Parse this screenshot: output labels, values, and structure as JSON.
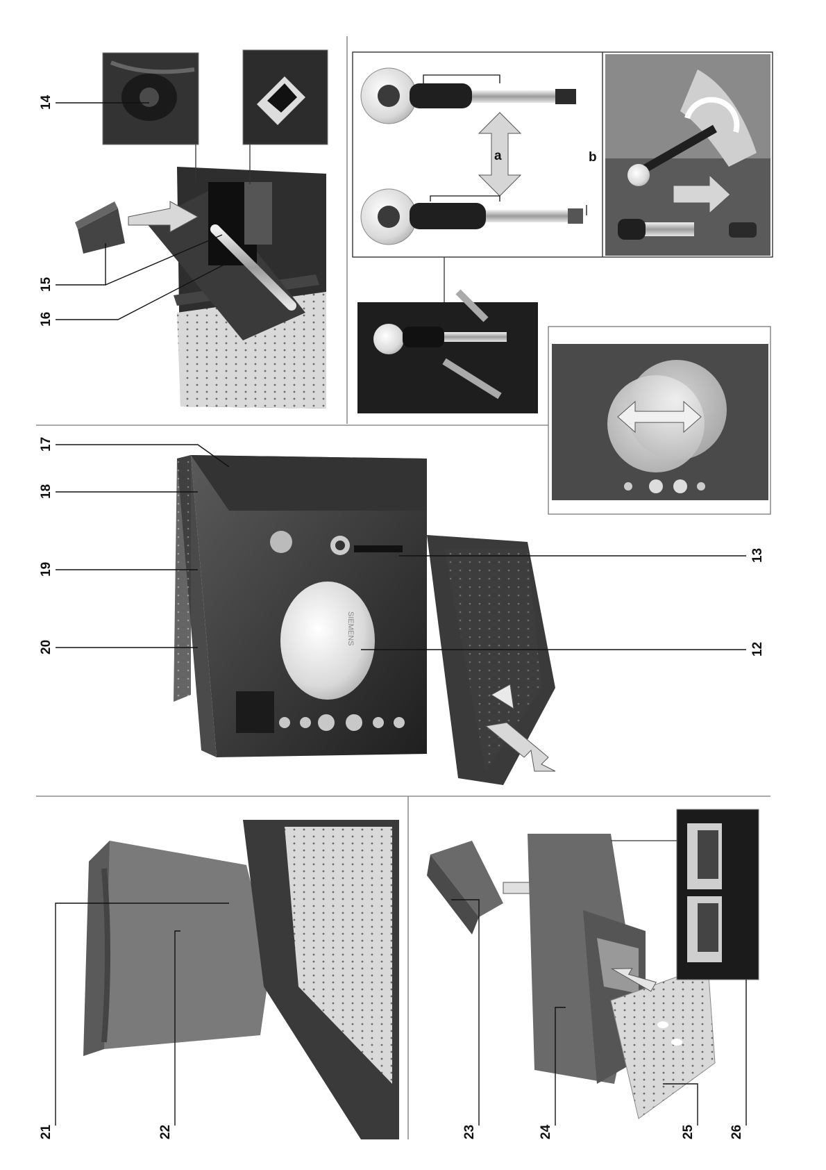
{
  "brand": "SIEMENS",
  "callouts": {
    "c12": "12",
    "c13": "13",
    "c14": "14",
    "c15": "15",
    "c16": "16",
    "c17": "17",
    "c18": "18",
    "c19": "19",
    "c20": "20",
    "c21": "21",
    "c22": "22",
    "c23": "23",
    "c24": "24",
    "c25": "25",
    "c26": "26"
  },
  "letters": {
    "a": "a",
    "b": "b"
  },
  "colors": {
    "body": "#3a3a3a",
    "dark": "#232323",
    "line": "#1a1a1a",
    "arrow": "#d8d8d8"
  }
}
